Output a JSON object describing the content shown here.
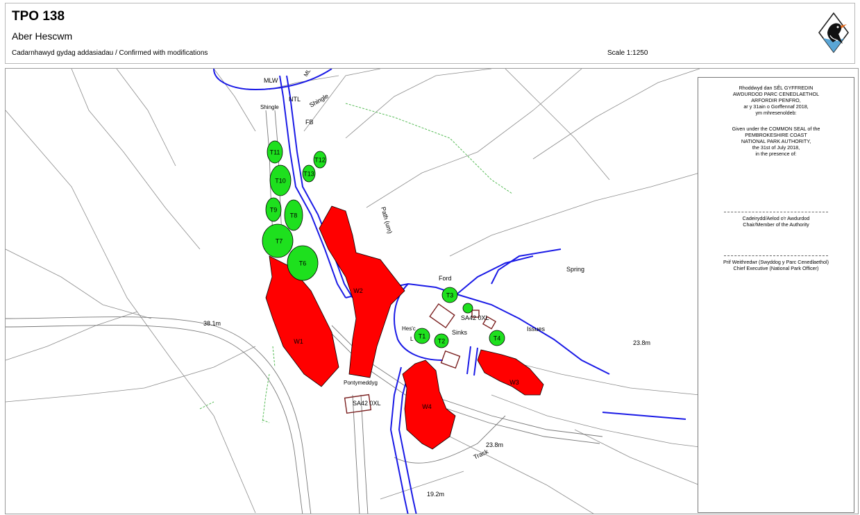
{
  "header": {
    "title": "TPO 138",
    "subtitle": "Aber Hescwm",
    "confirmation": "Cadarnhawyd gydag addasiadau / Confirmed with modifications",
    "scale": "Scale 1:1250"
  },
  "colors": {
    "woodland": "#ff0000",
    "tree": "#1ee01e",
    "water": "#1a1ae6",
    "building": "#7a1f1f",
    "path": "#55bb55",
    "boundary": "#888888"
  },
  "map": {
    "labels": {
      "mlw": "MLW",
      "ml": "ML",
      "ntl": "NTL",
      "shingle_upper": "Shingle",
      "shingle_left": "Shingle",
      "fb": "FB",
      "path_um": "Path (um)",
      "ford": "Ford",
      "spring": "Spring",
      "postcode_1": "SA42 0XL",
      "postcode_2": "SA42 0XL",
      "issues": "Issues",
      "sinks": "Sinks",
      "hescwm": "Hes'c",
      "hescwm_2": "L",
      "pontymeddyg": "Pontymeddyg",
      "height_381": "38.1m",
      "height_238_right": "23.8m",
      "height_238_bottom": "23.8m",
      "height_192": "19.2m",
      "track": "Track"
    },
    "trees": [
      "T1",
      "T2",
      "T3",
      "T4",
      "T6",
      "T7",
      "T8",
      "T9",
      "T10",
      "T11",
      "T12",
      "T13"
    ],
    "woodlands": [
      "W1",
      "W2",
      "W3",
      "W4"
    ]
  },
  "seal_panel": {
    "welsh": [
      "Rhoddwyd dan SÊL GYFFREDIN",
      "AWDURDOD PARC CENEDLAETHOL",
      "ARFORDIR PENFRO,",
      "ar y 31ain o Gorffennaf 2018,",
      "ym mhresenoldeb:"
    ],
    "english": [
      "Given under the COMMON SEAL of the",
      "PEMBROKESHIRE COAST",
      "NATIONAL PARK AUTHORITY,",
      "the 31st of July 2018,",
      "in the presence of:"
    ],
    "signatory_1": [
      "Cadeirydd/Aelod o'r Awdurdod",
      "Chair/Member of the Authority"
    ],
    "signatory_2": [
      "Prif Weithredwr (Swyddog y Parc Cenedlaethol)",
      "Chief Executive (National Park Officer)"
    ]
  }
}
